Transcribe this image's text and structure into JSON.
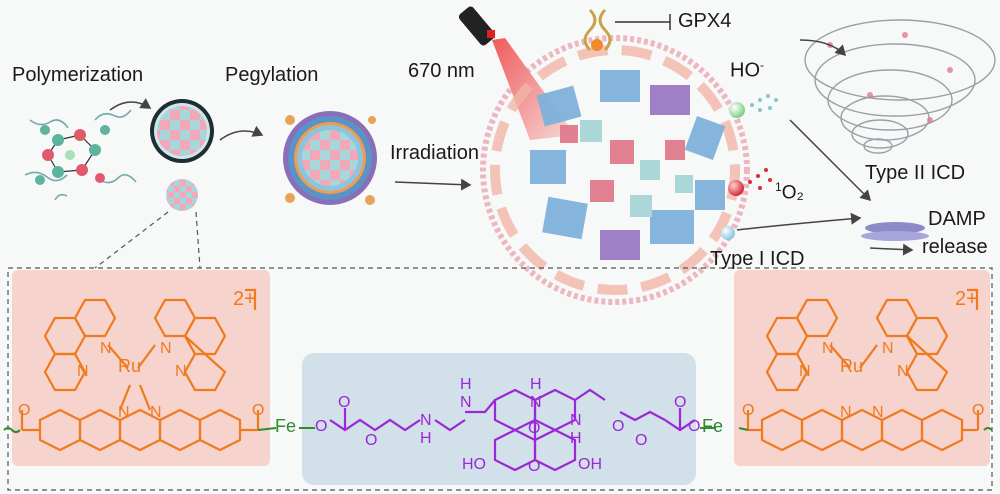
{
  "labels": {
    "polymerization": "Polymerization",
    "pegylation": "Pegylation",
    "irradiation": "Irradiation",
    "wavelength": "670 nm",
    "gpx4": "GPX4",
    "hydroxyl": "HO",
    "hydroxyl_sup": "-",
    "singlet_oxygen_sup": "1",
    "singlet_oxygen": "O₂",
    "type2_icd": "Type II ICD",
    "type1_icd": "Type I ICD",
    "damp": "DAMP",
    "release": "release"
  },
  "chem": {
    "charge": "2+",
    "ru": "Ru",
    "n": "N",
    "fe": "Fe",
    "o": "O",
    "h": "H",
    "ho_left": "HO",
    "oh_right": "OH"
  },
  "colors": {
    "orange": "#f07a1e",
    "purple": "#9b27d6",
    "green": "#2e8b2e",
    "pink_box": "#f6d3cc",
    "blue_box": "#d2e0ea",
    "nano_pink": "#f2a8b8",
    "nano_blue": "#a9d6d8"
  }
}
